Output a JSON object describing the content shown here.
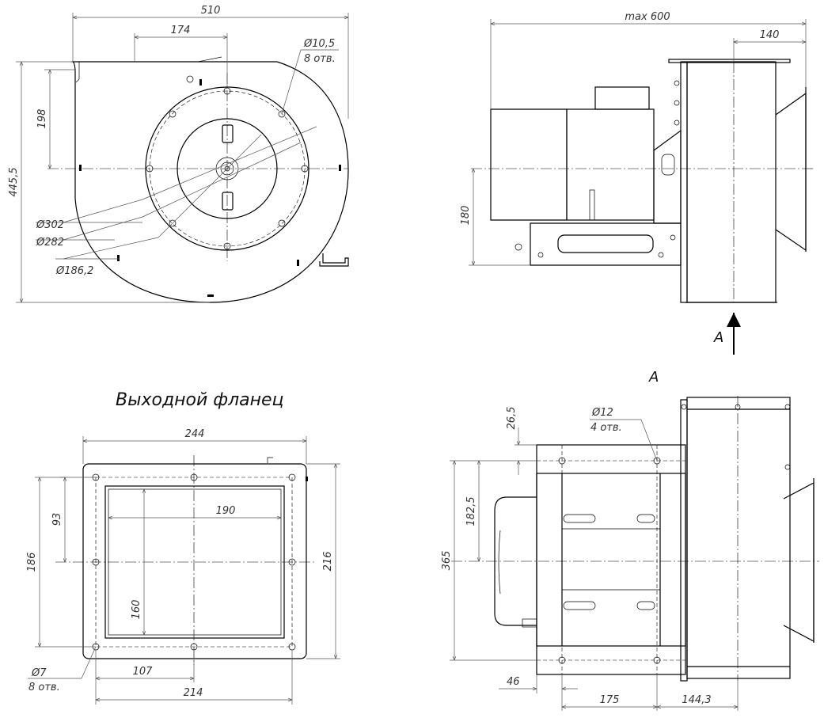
{
  "views": {
    "front": {
      "dim_width": "510",
      "dim_174": "174",
      "dim_height": "445,5",
      "dim_198": "198",
      "hole_dia": "Ø10,5",
      "hole_count": "8 отв.",
      "dia_302": "Ø302",
      "dia_282": "Ø282",
      "dia_186": "Ø186,2"
    },
    "side": {
      "dim_max": "max 600",
      "dim_140": "140",
      "dim_180": "180",
      "arrow_label": "A"
    },
    "flange": {
      "title": "Выходной фланец",
      "dim_244": "244",
      "dim_190": "190",
      "dim_93": "93",
      "dim_186": "186",
      "dim_160": "160",
      "dim_216": "216",
      "hole_dia": "Ø7",
      "hole_count": "8 отв.",
      "dim_107": "107",
      "dim_214": "214"
    },
    "view_a": {
      "title": "A",
      "dim_26_5": "26,5",
      "hole_dia": "Ø12",
      "hole_count": "4 отв.",
      "dim_182_5": "182,5",
      "dim_365": "365",
      "dim_46": "46",
      "dim_175": "175",
      "dim_144_3": "144,3"
    }
  }
}
